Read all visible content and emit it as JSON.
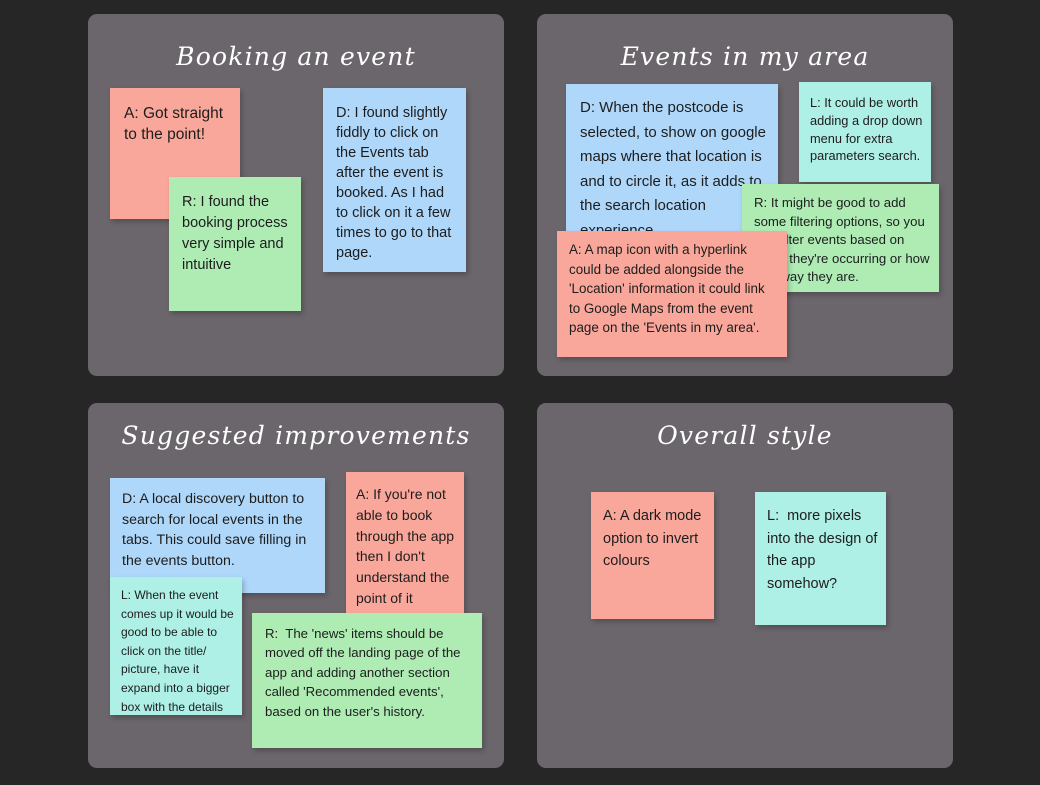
{
  "board": {
    "background_color": "#262626",
    "panel_color": "#6b666c",
    "note_colors": {
      "pink": "#faa79b",
      "blue": "#aed7fa",
      "green": "#aeecb4",
      "teal": "#aeefe6"
    }
  },
  "panels": [
    {
      "id": "booking",
      "title": "Booking an event",
      "notes": [
        {
          "id": "booking-a",
          "author": "A",
          "color": "pink",
          "text": "A: Got straight to the point!"
        },
        {
          "id": "booking-d",
          "author": "D",
          "color": "blue",
          "text": "D: I found slightly fiddly to click on the Events tab after the event is booked. As I had to click on it a few times to go to that page."
        },
        {
          "id": "booking-r",
          "author": "R",
          "color": "green",
          "text": "R: I found the booking process very simple and intuitive"
        }
      ]
    },
    {
      "id": "events",
      "title": "Events in my area",
      "notes": [
        {
          "id": "events-d",
          "author": "D",
          "color": "blue",
          "text": "D: When the postcode is selected, to show on google maps where that location is and to circle it, as it adds to the search location experience."
        },
        {
          "id": "events-l",
          "author": "L",
          "color": "teal",
          "text": "L: It could be worth adding a drop down menu for extra parameters search."
        },
        {
          "id": "events-r",
          "author": "R",
          "color": "green",
          "text": "R: It might be good to add some filtering options, so you can filter events based on when they're occurring or how far away they are."
        },
        {
          "id": "events-a",
          "author": "A",
          "color": "pink",
          "text": "A: A map icon with a hyperlink could be added alongside the 'Location' information it could link to Google Maps from the event page on the 'Events in my area'."
        }
      ]
    },
    {
      "id": "suggested",
      "title": "Suggested improvements",
      "notes": [
        {
          "id": "sugg-d",
          "author": "D",
          "color": "blue",
          "text": "D: A local discovery button to search for local events in the tabs. This could save filling in the events button."
        },
        {
          "id": "sugg-a",
          "author": "A",
          "color": "pink",
          "text": "A: If you're not able to book through the app then I don't understand the point of it"
        },
        {
          "id": "sugg-l",
          "author": "L",
          "color": "teal",
          "text": "L: When the event comes up it would be good to be able to click on the title/ picture, have it expand into a bigger box with the details"
        },
        {
          "id": "sugg-r",
          "author": "R",
          "color": "green",
          "text": "R:  The 'news' items should be moved off the landing page of the app and adding another section called 'Recommended events', based on the user's history."
        }
      ]
    },
    {
      "id": "style",
      "title": "Overall style",
      "notes": [
        {
          "id": "style-a",
          "author": "A",
          "color": "pink",
          "text": "A: A dark mode option to invert colours"
        },
        {
          "id": "style-l",
          "author": "L",
          "color": "teal",
          "text": "L:  more pixels into the design of the app somehow?"
        }
      ]
    }
  ]
}
